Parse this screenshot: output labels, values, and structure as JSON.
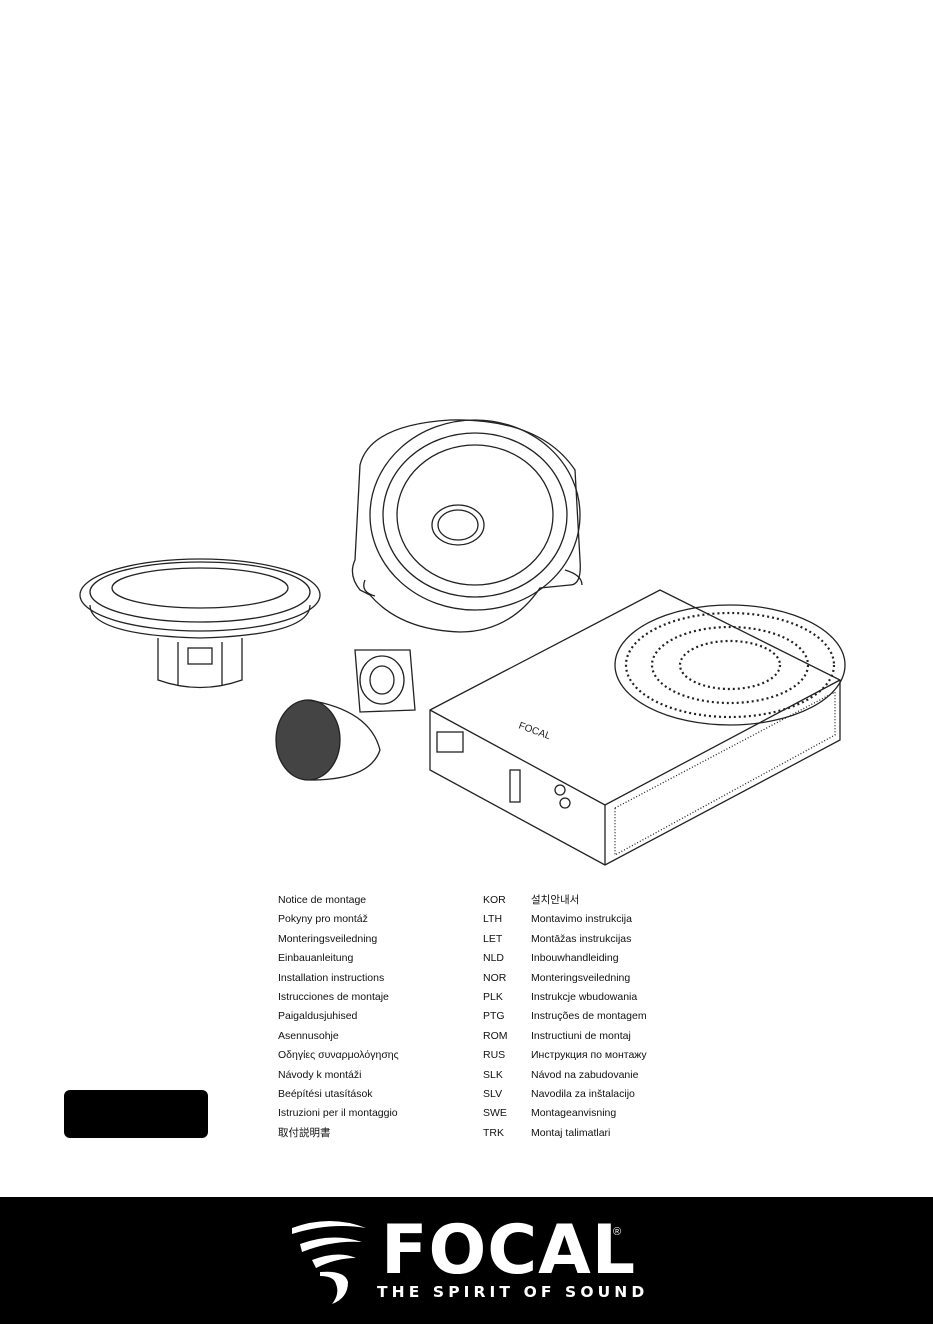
{
  "languages": [
    {
      "left": "Notice de montage",
      "code": "KOR",
      "right": "설치안내서"
    },
    {
      "left": "Pokyny pro montáž",
      "code": "LTH",
      "right": "Montavimo instrukcija"
    },
    {
      "left": "Monteringsveiledning",
      "code": "LET",
      "right": "Montāžas instrukcijas"
    },
    {
      "left": "Einbauanleitung",
      "code": "NLD",
      "right": "Inbouwhandleiding"
    },
    {
      "left": "Installation instructions",
      "code": "NOR",
      "right": "Monteringsveiledning"
    },
    {
      "left": "Istrucciones de montaje",
      "code": "PLK",
      "right": "Instrukcje wbudowania"
    },
    {
      "left": "Paigaldusjuhised",
      "code": "PTG",
      "right": "Instruções de montagem"
    },
    {
      "left": "Asennusohje",
      "code": "ROM",
      "right": "Instructiuni de montaj"
    },
    {
      "left": "Οδηγίες συναρμολόγησης",
      "code": "RUS",
      "right": "Инструкция по монтажу"
    },
    {
      "left": "Návody k montáži",
      "code": "SLK",
      "right": "Návod na zabudovanie"
    },
    {
      "left": "Beépítési utasítások",
      "code": "SLV",
      "right": "Navodila za inštalacijo"
    },
    {
      "left": "Istruzioni per il montaggio",
      "code": "SWE",
      "right": "Montageanvisning"
    },
    {
      "left": "取付説明書",
      "code": "TRK",
      "right": "Montaj talimatlari"
    }
  ],
  "product_label": "FOCAL",
  "brand": {
    "name": "FOCAL",
    "registered": "®",
    "tagline": "THE SPIRIT OF SOUND"
  }
}
